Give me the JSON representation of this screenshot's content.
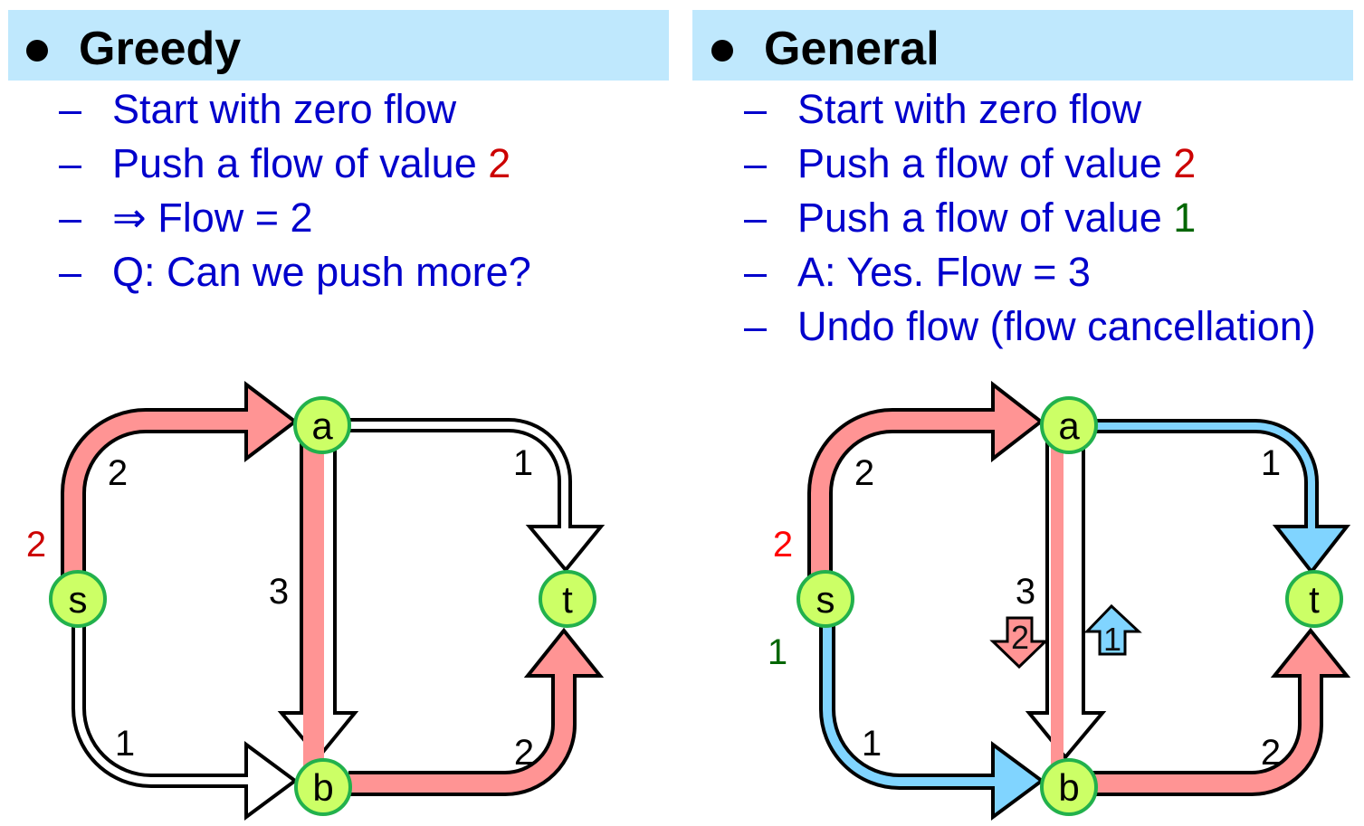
{
  "list_marker": "–",
  "colors": {
    "header_bg": "#bfe8fd",
    "text": "#0000cc",
    "node_fill": "#ccff66",
    "node_border": "#22b14c",
    "flow_path_1": "#ff9494",
    "flow_path_2": "#80d4ff"
  },
  "panels": [
    {
      "title": "Greedy",
      "items": [
        {
          "text": "Start with zero flow"
        },
        {
          "text": "Push a flow of value ",
          "value": "2",
          "value_color": "#cc0000"
        },
        {
          "text": "⇒ Flow = 2"
        },
        {
          "text": "Q: Can we push more?"
        }
      ],
      "diagram": {
        "nodes": {
          "s": "s",
          "a": "a",
          "b": "b",
          "t": "t"
        },
        "node_fill": "#ccff66",
        "edges": {
          "s_a": {
            "capacity": "2",
            "flow_color": "#ff9494"
          },
          "s_b": {
            "capacity": "1",
            "flow_color": "#ffffff"
          },
          "a_b": {
            "capacity": "3",
            "flow_color": "#ff9494"
          },
          "a_t": {
            "capacity": "1",
            "flow_color": "#ffffff"
          },
          "b_t": {
            "capacity": "2",
            "flow_color": "#ff9494"
          }
        },
        "source_flows": [
          {
            "value": "2",
            "color": "#cc0000"
          }
        ]
      }
    },
    {
      "title": "General",
      "items": [
        {
          "text": "Start with zero flow"
        },
        {
          "text": "Push a flow of value ",
          "value": "2",
          "value_color": "#cc0000"
        },
        {
          "text": "Push a flow of value ",
          "value": "1",
          "value_color": "#006600"
        },
        {
          "text": "A: Yes. Flow = 3"
        },
        {
          "text": "Undo flow (flow cancellation)"
        }
      ],
      "diagram": {
        "nodes": {
          "s": "s",
          "a": "a",
          "b": "b",
          "t": "t"
        },
        "node_fill": "#ccff66",
        "edges": {
          "s_a": {
            "capacity": "2",
            "flow_color": "#ff9494"
          },
          "s_b": {
            "capacity": "1",
            "flow_color": "#80d4ff"
          },
          "a_b": {
            "capacity": "3",
            "flow_color": "#ff9494"
          },
          "a_t": {
            "capacity": "1",
            "flow_color": "#80d4ff"
          },
          "b_t": {
            "capacity": "2",
            "flow_color": "#ff9494"
          }
        },
        "source_flows": [
          {
            "value": "2",
            "color": "#ff0000"
          },
          {
            "value": "1",
            "color": "#006600"
          }
        ],
        "cancellation_arrows": [
          {
            "value": "2",
            "direction": "down",
            "color": "#ff9494"
          },
          {
            "value": "1",
            "direction": "up",
            "color": "#80d4ff"
          }
        ]
      }
    }
  ]
}
